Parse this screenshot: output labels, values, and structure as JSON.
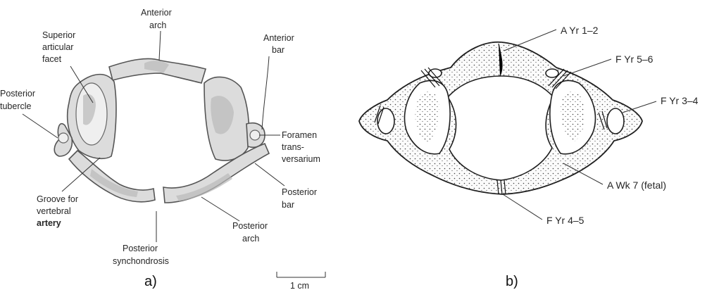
{
  "figure": {
    "panel_a": {
      "caption": "a)",
      "labels": {
        "anterior_arch_1": "Anterior",
        "anterior_arch_2": "arch",
        "anterior_bar_1": "Anterior",
        "anterior_bar_2": "bar",
        "superior_facet_1": "Superior",
        "superior_facet_2": "articular",
        "superior_facet_3": "facet",
        "posterior_tubercle_1": "Posterior",
        "posterior_tubercle_2": "tubercle",
        "foramen_1": "Foramen",
        "foramen_2": "trans-",
        "foramen_3": "versarium",
        "groove_1": "Groove for",
        "groove_2": "vertebral",
        "groove_3": "artery",
        "posterior_bar_1": "Posterior",
        "posterior_bar_2": "bar",
        "posterior_arch_1": "Posterior",
        "posterior_arch_2": "arch",
        "synchondrosis_1": "Posterior",
        "synchondrosis_2": "synchondrosis"
      },
      "scale_bar": "1 cm"
    },
    "panel_b": {
      "caption": "b)",
      "labels": {
        "a_yr_1_2": "A Yr 1–2",
        "f_yr_5_6": "F Yr 5–6",
        "f_yr_3_4": "F Yr 3–4",
        "a_wk_7": "A Wk 7 (fetal)",
        "f_yr_4_5": "F Yr 4–5"
      }
    }
  }
}
